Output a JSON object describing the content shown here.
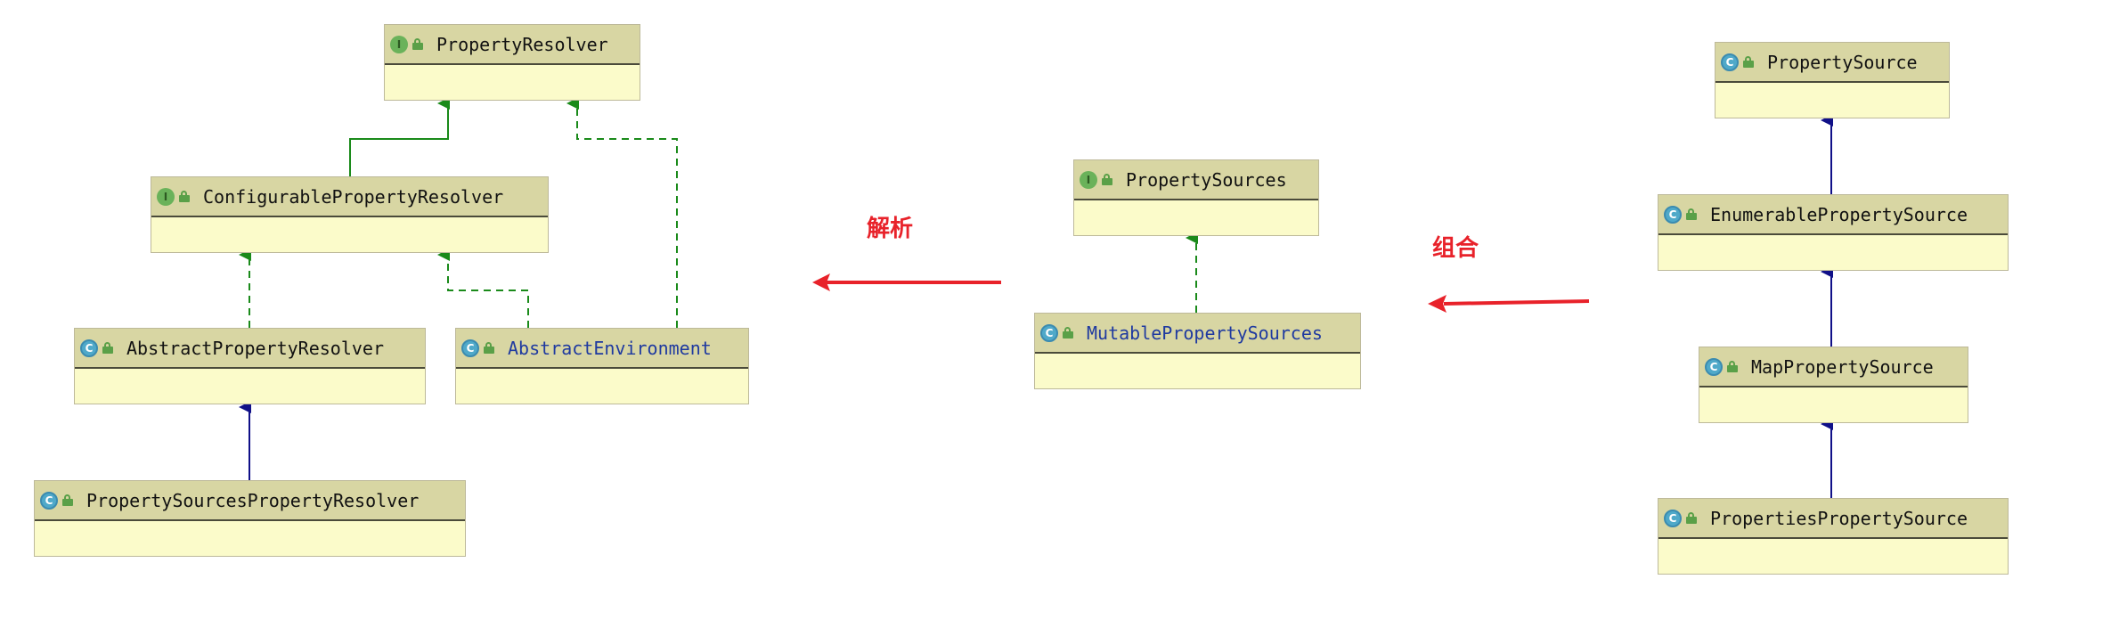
{
  "nodes": [
    {
      "id": "PropertyResolver",
      "label": "PropertyResolver",
      "kind": "interface",
      "badge": "I",
      "link": false
    },
    {
      "id": "ConfigurablePropertyResolver",
      "label": "ConfigurablePropertyResolver",
      "kind": "interface",
      "badge": "I",
      "link": false
    },
    {
      "id": "AbstractPropertyResolver",
      "label": "AbstractPropertyResolver",
      "kind": "class",
      "badge": "C",
      "link": false
    },
    {
      "id": "AbstractEnvironment",
      "label": "AbstractEnvironment",
      "kind": "class",
      "badge": "C",
      "link": true
    },
    {
      "id": "PropertySourcesPropertyResolver",
      "label": "PropertySourcesPropertyResolver",
      "kind": "class",
      "badge": "C",
      "link": false
    },
    {
      "id": "PropertySources",
      "label": "PropertySources",
      "kind": "interface",
      "badge": "I",
      "link": false
    },
    {
      "id": "MutablePropertySources",
      "label": "MutablePropertySources",
      "kind": "class",
      "badge": "C",
      "link": true
    },
    {
      "id": "PropertySource",
      "label": "PropertySource",
      "kind": "class",
      "badge": "C",
      "link": false
    },
    {
      "id": "EnumerablePropertySource",
      "label": "EnumerablePropertySource",
      "kind": "class",
      "badge": "C",
      "link": false
    },
    {
      "id": "MapPropertySource",
      "label": "MapPropertySource",
      "kind": "class",
      "badge": "C",
      "link": false
    },
    {
      "id": "PropertiesPropertySource",
      "label": "PropertiesPropertySource",
      "kind": "class",
      "badge": "C",
      "link": false
    }
  ],
  "edges": [
    {
      "from": "ConfigurablePropertyResolver",
      "to": "PropertyResolver",
      "type": "extends-interface"
    },
    {
      "from": "AbstractEnvironment",
      "to": "PropertyResolver",
      "type": "implements"
    },
    {
      "from": "AbstractPropertyResolver",
      "to": "ConfigurablePropertyResolver",
      "type": "implements"
    },
    {
      "from": "AbstractEnvironment",
      "to": "ConfigurablePropertyResolver",
      "type": "implements"
    },
    {
      "from": "PropertySourcesPropertyResolver",
      "to": "AbstractPropertyResolver",
      "type": "extends-class"
    },
    {
      "from": "MutablePropertySources",
      "to": "PropertySources",
      "type": "implements"
    },
    {
      "from": "EnumerablePropertySource",
      "to": "PropertySource",
      "type": "extends-class"
    },
    {
      "from": "MapPropertySource",
      "to": "EnumerablePropertySource",
      "type": "extends-class"
    },
    {
      "from": "PropertiesPropertySource",
      "to": "MapPropertySource",
      "type": "extends-class"
    }
  ],
  "annotations": {
    "parse_label": "解析",
    "compose_label": "组合"
  },
  "colors": {
    "interface_edge": "#1a8a1a",
    "class_edge": "#101088",
    "annotation": "#e8222a"
  }
}
